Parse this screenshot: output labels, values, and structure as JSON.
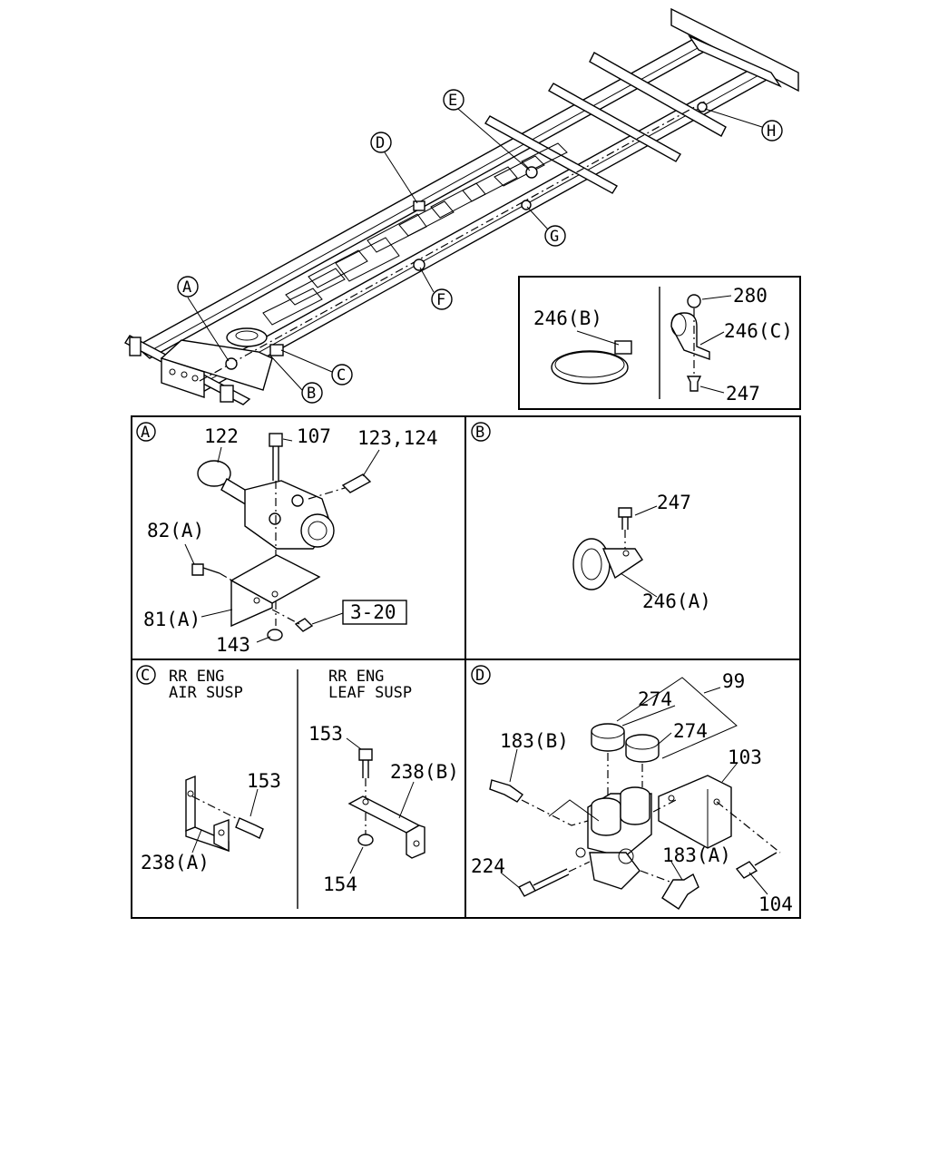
{
  "callouts": {
    "A": "A",
    "B": "B",
    "C": "C",
    "D": "D",
    "E": "E",
    "F": "F",
    "G": "G",
    "H": "H"
  },
  "inset": {
    "left_label": "246(B)",
    "right_labels": [
      "280",
      "246(C)",
      "247"
    ]
  },
  "panel_a": {
    "tag": "A",
    "labels": [
      "122",
      "107",
      "123,124",
      "82(A)",
      "81(A)",
      "143"
    ],
    "ref_box": "3-20"
  },
  "panel_b": {
    "tag": "B",
    "labels": [
      "247",
      "246(A)"
    ]
  },
  "panel_c": {
    "tag": "C",
    "left_title": [
      "RR ENG",
      "AIR SUSP"
    ],
    "right_title": [
      "RR ENG",
      "LEAF SUSP"
    ],
    "left_labels": [
      "153",
      "238(A)"
    ],
    "right_labels": [
      "153",
      "238(B)",
      "154"
    ]
  },
  "panel_d": {
    "tag": "D",
    "labels": [
      "99",
      "274",
      "274",
      "103",
      "183(B)",
      "224",
      "183(A)",
      "104"
    ]
  }
}
